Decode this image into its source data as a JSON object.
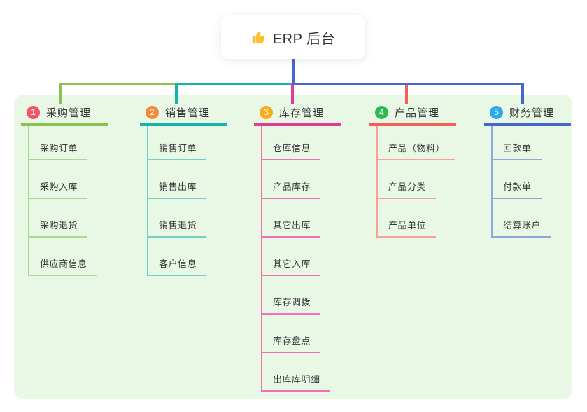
{
  "root": {
    "icon": "thumbs-up",
    "title": "ERP 后台"
  },
  "colors": {
    "panel_bg": "#e9f7e5",
    "root_line": "#4567d1",
    "card_bg": "#ffffff",
    "text": "#333333"
  },
  "branches": [
    {
      "num": "1",
      "label": "采购管理",
      "colors": {
        "badge": "#ef5669",
        "line": "#8cc152",
        "child_line": "#abd795"
      },
      "children": [
        "采购订单",
        "采购入库",
        "采购退货",
        "供应商信息"
      ]
    },
    {
      "num": "2",
      "label": "销售管理",
      "colors": {
        "badge": "#f58a3c",
        "line": "#14b3ab",
        "child_line": "#72cfc8"
      },
      "children": [
        "销售订单",
        "销售出库",
        "销售退货",
        "客户信息"
      ]
    },
    {
      "num": "3",
      "label": "库存管理",
      "colors": {
        "badge": "#fbac1a",
        "line": "#e23a97",
        "child_line": "#ef70b3"
      },
      "children": [
        "仓库信息",
        "产品库存",
        "其它出库",
        "其它入库",
        "库存调拨",
        "库存盘点",
        "出库库明细"
      ]
    },
    {
      "num": "4",
      "label": "产品管理",
      "colors": {
        "badge": "#2fb951",
        "line": "#f75d58",
        "child_line": "#f9a09a"
      },
      "children": [
        "产品（物料）",
        "产品分类",
        "产品单位"
      ]
    },
    {
      "num": "5",
      "label": "财务管理",
      "colors": {
        "badge": "#2fa7ef",
        "line": "#4567d1",
        "child_line": "#93a6dc"
      },
      "children": [
        "回款单",
        "付款单",
        "结算账户"
      ]
    }
  ]
}
